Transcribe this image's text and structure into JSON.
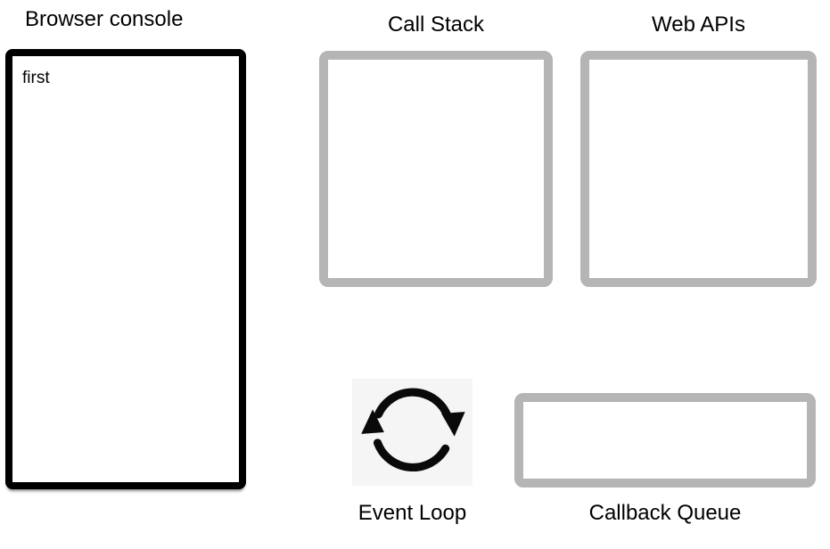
{
  "diagram": {
    "title": "JavaScript event loop diagram",
    "colors": {
      "background": "#ffffff",
      "text": "#000000",
      "gray_box_border": "#b5b5b5",
      "console_box_border": "#000000",
      "event_loop_icon_bg": "#f5f5f5",
      "event_loop_icon_stroke": "#0a0a0a"
    }
  },
  "browser_console": {
    "label": "Browser console",
    "lines": [
      "first"
    ]
  },
  "call_stack": {
    "label": "Call Stack",
    "items": []
  },
  "web_apis": {
    "label": "Web APIs",
    "items": []
  },
  "event_loop": {
    "label": "Event Loop",
    "icon": "circular-arrows-loop-icon"
  },
  "callback_queue": {
    "label": "Callback Queue",
    "items": []
  }
}
